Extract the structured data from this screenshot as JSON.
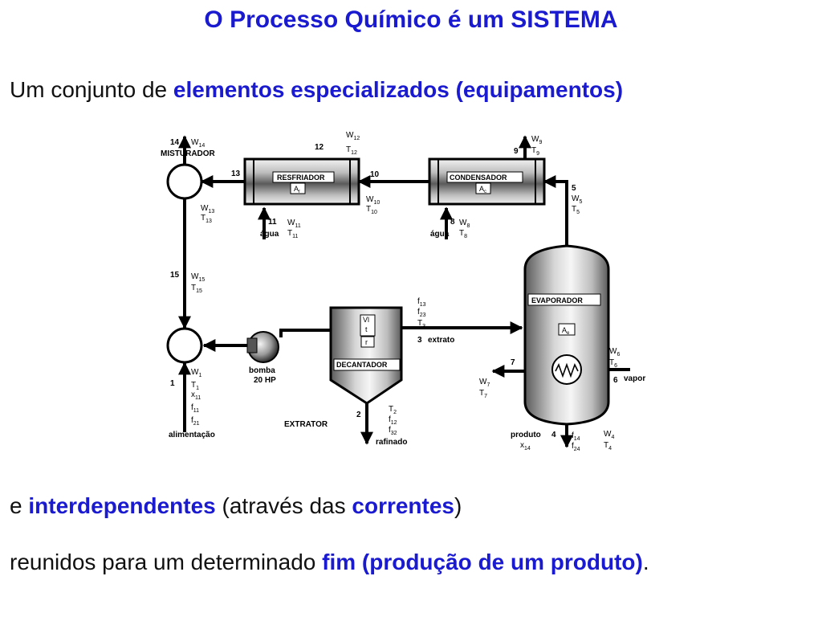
{
  "title": "O Processo Químico é um SISTEMA",
  "line1": {
    "prefix": "Um conjunto de ",
    "highlight": "elementos especializados (equipamentos)"
  },
  "line2": {
    "prefix": "e ",
    "hl1": "interdependentes",
    "mid": " (através das ",
    "hl2": "correntes",
    "suffix": ")"
  },
  "line3": {
    "prefix": "reunidos para um determinado ",
    "highlight": "fim (produção de um produto)",
    "suffix": "."
  },
  "diagram": {
    "units": {
      "misturador": "MISTURADOR",
      "resfriador": "RESFRIADOR",
      "resfriador_area": "A",
      "resfriador_area_sub": "r",
      "condensador": "CONDENSADOR",
      "condensador_area": "A",
      "condensador_area_sub": "c",
      "evaporador": "EVAPORADOR",
      "evaporador_area": "A",
      "evaporador_area_sub": "e",
      "decantador": "DECANTADOR",
      "decantador_vol": [
        "Vl",
        "t",
        "r"
      ],
      "bomba": "bomba",
      "bomba_power": "20 HP",
      "extrator": "EXTRATOR"
    },
    "streams": {
      "s1": "1",
      "s2": "2",
      "s3": "3",
      "s4": "4",
      "s5": "5",
      "s6": "6",
      "s7": "7",
      "s8": "8",
      "s9": "9",
      "s10": "10",
      "s11": "11",
      "s12": "12",
      "s13": "13",
      "s14": "14",
      "s15": "15"
    },
    "labels": {
      "agua": "água",
      "extrato": "extrato",
      "rafinado": "rafinado",
      "produto": "produto",
      "vapor": "vapor",
      "alimentacao": "alimentação",
      "W": "W",
      "T": "T",
      "x": "x",
      "f": "f",
      "sub1": "1",
      "sub2": "2",
      "sub3": "3",
      "sub4": "4",
      "sub5": "5",
      "sub6": "6",
      "sub7": "7",
      "sub8": "8",
      "sub9": "9",
      "sub10": "10",
      "sub11": "11",
      "sub12": "12",
      "sub13": "13",
      "sub14": "14",
      "sub15": "15",
      "sub21": "21",
      "sub12f": "12",
      "sub32": "32",
      "sub13f": "13",
      "sub23": "23",
      "sub24": "24",
      "sub11x": "11",
      "sub14x": "14",
      "sub11f": "11"
    }
  }
}
